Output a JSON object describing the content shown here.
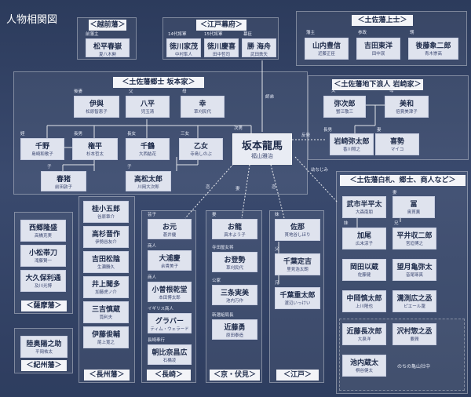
{
  "title": "人物相関図",
  "groups": [
    {
      "id": "echizen",
      "header": "＜越前藩＞",
      "members": [
        {
          "label": "前藩主",
          "name": "松平春嶽",
          "actor": "夏八木勲"
        }
      ]
    },
    {
      "id": "edo",
      "header": "＜江戸幕府＞",
      "members": [
        {
          "label": "14代将軍",
          "name": "徳川家茂",
          "actor": "中村隼人"
        },
        {
          "label": "15代将軍",
          "name": "徳川慶喜",
          "actor": "田中哲司"
        },
        {
          "label": "幕臣",
          "name": "勝 海舟",
          "actor": "武田鉄矢"
        }
      ]
    },
    {
      "id": "tosa_upper",
      "header": "＜土佐藩上士＞",
      "members": [
        {
          "label": "藩主",
          "name": "山内豊信",
          "actor": "近藤正臣"
        },
        {
          "label": "参政",
          "name": "吉田東洋",
          "actor": "田中泯"
        },
        {
          "label": "甥",
          "name": "後藤象二郎",
          "actor": "青木崇高"
        }
      ]
    },
    {
      "id": "sakamoto",
      "header": "＜土佐藩郷士 坂本家＞",
      "members": [
        {
          "label": "後妻",
          "name": "伊與",
          "actor": "松原智恵子"
        },
        {
          "label": "父",
          "name": "八平",
          "actor": "児玉清"
        },
        {
          "label": "母",
          "name": "幸",
          "actor": "草刈民代"
        },
        {
          "label": "姪",
          "name": "千野",
          "actor": "島崎和歌子"
        },
        {
          "label": "長男",
          "name": "権平",
          "actor": "杉本哲太"
        },
        {
          "label": "長女",
          "name": "千鶴",
          "actor": "大西結花"
        },
        {
          "label": "三女",
          "name": "乙女",
          "actor": "寺島しのぶ"
        },
        {
          "label": "子",
          "name": "春猪",
          "actor": "前田敦子"
        },
        {
          "label": "子",
          "name": "高松太郎",
          "actor": "川岡大次郎"
        }
      ]
    },
    {
      "id": "iwasaki",
      "header": "＜土佐藩地下浪人 岩崎家＞",
      "members": [
        {
          "label": "父",
          "name": "弥次郎",
          "actor": "蟹江敬三"
        },
        {
          "label": "母",
          "name": "美和",
          "actor": "倍賞美津子"
        },
        {
          "label": "長男",
          "name": "岩崎弥太郎",
          "actor": "香川照之"
        },
        {
          "label": "妻",
          "name": "喜勢",
          "actor": "マイコ"
        }
      ]
    },
    {
      "id": "tosa_shirafuda",
      "header": "＜土佐藩白札、郷士、商人など＞",
      "members": [
        {
          "label": "",
          "name": "武市半平太",
          "actor": "大森南朋"
        },
        {
          "label": "妻",
          "name": "冨",
          "actor": "奥貫薫"
        },
        {
          "label": "妹",
          "name": "加尾",
          "actor": "広末涼子"
        },
        {
          "label": "兄",
          "name": "平井収二郎",
          "actor": "宮迫博之"
        },
        {
          "label": "",
          "name": "岡田以蔵",
          "actor": "佐藤健"
        },
        {
          "label": "",
          "name": "望月亀弥太",
          "actor": "音尾琢真"
        },
        {
          "label": "",
          "name": "中岡慎太郎",
          "actor": "上川隆也"
        },
        {
          "label": "",
          "name": "溝渕広之丞",
          "actor": "ピエール瀧"
        },
        {
          "label": "",
          "name": "近藤長次郎",
          "actor": "大泉洋"
        },
        {
          "label": "",
          "name": "沢村惣之丞",
          "actor": "要潤"
        },
        {
          "label": "",
          "name": "池内蔵太",
          "actor": "桐谷健太"
        }
      ]
    },
    {
      "id": "satsuma",
      "header": "＜薩摩藩＞",
      "members": [
        {
          "label": "",
          "name": "西郷隆盛",
          "actor": "高橋克実"
        },
        {
          "label": "",
          "name": "小松帯刀",
          "actor": "滝藤賢一"
        },
        {
          "label": "",
          "name": "大久保利通",
          "actor": "及川光博"
        }
      ]
    },
    {
      "id": "kishu",
      "header": "＜紀州藩＞",
      "members": [
        {
          "label": "",
          "name": "陸奥陽之助",
          "actor": "平岡祐太"
        }
      ]
    },
    {
      "id": "choshu",
      "header": "＜長州藩＞",
      "members": [
        {
          "label": "",
          "name": "桂小五郎",
          "actor": "谷原章介"
        },
        {
          "label": "",
          "name": "高杉晋作",
          "actor": "伊勢谷友介"
        },
        {
          "label": "",
          "name": "吉田松陰",
          "actor": "生瀬勝久"
        },
        {
          "label": "",
          "name": "井上聞多",
          "actor": "加藤虎ノ介"
        },
        {
          "label": "",
          "name": "三吉慎蔵",
          "actor": "筧利夫"
        },
        {
          "label": "",
          "name": "伊藤俊輔",
          "actor": "尾上寛之"
        }
      ]
    },
    {
      "id": "nagasaki",
      "header": "＜長崎＞",
      "members": [
        {
          "label": "芸子",
          "name": "お元",
          "actor": "蒼井優"
        },
        {
          "label": "商人",
          "name": "大浦慶",
          "actor": "余貴美子"
        },
        {
          "label": "商人",
          "name": "小曽根乾堂",
          "actor": "本田博太郎"
        },
        {
          "label": "イギリス商人",
          "name": "グラバー",
          "actor": "ティム・ウェラード"
        },
        {
          "label": "長崎奉行",
          "name": "朝比奈昌広",
          "actor": "石橋凌"
        }
      ]
    },
    {
      "id": "kyoto",
      "header": "＜京・伏見＞",
      "members": [
        {
          "label": "妻",
          "name": "お龍",
          "actor": "真木よう子"
        },
        {
          "label": "寺田屋女将",
          "name": "お登勢",
          "actor": "草刈民代"
        },
        {
          "label": "公家",
          "name": "三条実美",
          "actor": "池内万作"
        },
        {
          "label": "新選組局長",
          "name": "近藤勇",
          "actor": "原田泰造"
        }
      ]
    },
    {
      "id": "edo2",
      "header": "＜江戸＞",
      "members": [
        {
          "label": "妹",
          "name": "佐那",
          "actor": "貫地谷しほり"
        },
        {
          "label": "父",
          "name": "千葉定吉",
          "actor": "里見浩太朗"
        },
        {
          "label": "兄",
          "name": "千葉重太郎",
          "actor": "渡辺いっけい"
        }
      ]
    }
  ],
  "hero": {
    "label": "次男",
    "name": "坂本龍馬",
    "actor": "福山雅治"
  },
  "relations": {
    "kaisyu": "師弟",
    "iwasaki": "反発",
    "osananajimi": "幼なじみ",
    "ryo": "妻",
    "sana": "恋",
    "omoto": "恋"
  },
  "note": "のちの亀山社中"
}
